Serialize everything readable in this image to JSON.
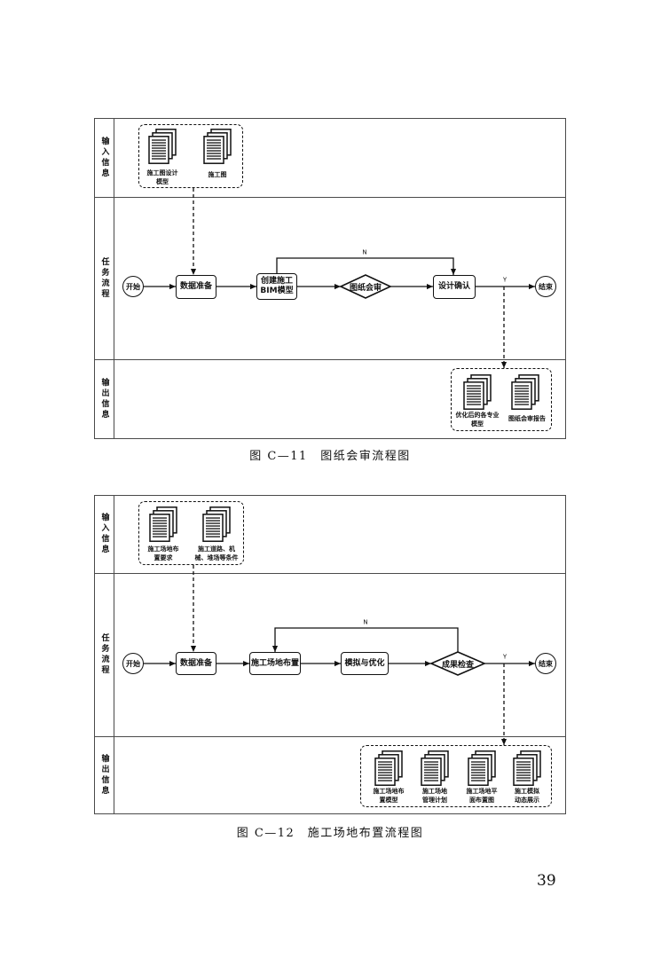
{
  "colors": {
    "ink": "#111111",
    "frame": "#4a4a4a",
    "paper": "#ffffff"
  },
  "figures": [
    {
      "caption": "图 C—11　图纸会审流程图",
      "lanes": {
        "input": "输入信息",
        "process": "任务流程",
        "output": "输出信息"
      },
      "inputs": [
        {
          "icon": "document-stack-icon",
          "lines": [
            "施工图设计",
            "模型"
          ]
        },
        {
          "icon": "document-stack-icon",
          "lines": [
            "施工图"
          ]
        }
      ],
      "nodes": {
        "start": "开始",
        "data_prep": "数据准备",
        "create_bim": [
          "创建施工",
          "BIM模型"
        ],
        "review": "图纸会审",
        "confirm": "设计确认",
        "end": "结束"
      },
      "branch": {
        "no": "N",
        "yes": "Y"
      },
      "outputs": [
        {
          "icon": "document-stack-icon",
          "lines": [
            "优化后的各专业",
            "模型"
          ]
        },
        {
          "icon": "document-stack-icon",
          "lines": [
            "图纸会审报告"
          ]
        }
      ]
    },
    {
      "caption": "图 C—12　施工场地布置流程图",
      "lanes": {
        "input": "输入信息",
        "process": "任务流程",
        "output": "输出信息"
      },
      "inputs": [
        {
          "icon": "document-stack-icon",
          "lines": [
            "施工场地布",
            "置要求"
          ]
        },
        {
          "icon": "document-stack-icon",
          "lines": [
            "施工道路、机",
            "械、堆场等条件"
          ]
        }
      ],
      "nodes": {
        "start": "开始",
        "data_prep": "数据准备",
        "site_layout": "施工场地布置",
        "simulate": "模拟与优化",
        "check": "成果检查",
        "end": "结束"
      },
      "branch": {
        "no": "N",
        "yes": "Y"
      },
      "outputs": [
        {
          "icon": "document-stack-icon",
          "lines": [
            "施工场地布",
            "置模型"
          ]
        },
        {
          "icon": "document-stack-icon",
          "lines": [
            "施工场地",
            "管理计划"
          ]
        },
        {
          "icon": "document-stack-icon",
          "lines": [
            "施工场地平",
            "面布置图"
          ]
        },
        {
          "icon": "document-stack-icon",
          "lines": [
            "施工模拟",
            "动态展示"
          ]
        }
      ]
    }
  ],
  "page_number": "39"
}
